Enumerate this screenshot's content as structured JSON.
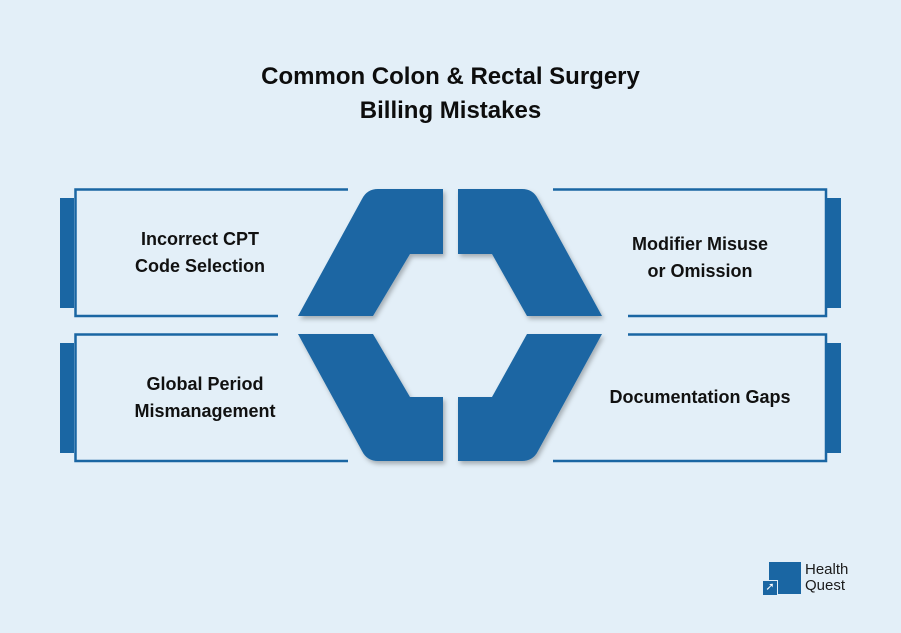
{
  "title": {
    "line1": "Common Colon & Rectal Surgery",
    "line2": "Billing Mistakes"
  },
  "items": [
    {
      "position": "top-left",
      "line1": "Incorrect CPT",
      "line2": "Code Selection"
    },
    {
      "position": "top-right",
      "line1": "Modifier Misuse",
      "line2": "or Omission"
    },
    {
      "position": "bottom-left",
      "line1": "Global Period",
      "line2": "Mismanagement"
    },
    {
      "position": "bottom-right",
      "line1": "Documentation Gaps",
      "line2": ""
    }
  ],
  "logo": {
    "line1": "Health",
    "line2": "Quest",
    "icon": "arrow-up-right-icon",
    "icon_glyph": "➚"
  },
  "colors": {
    "background": "#e3eff8",
    "accent": "#1a66a3",
    "text": "#111111"
  }
}
